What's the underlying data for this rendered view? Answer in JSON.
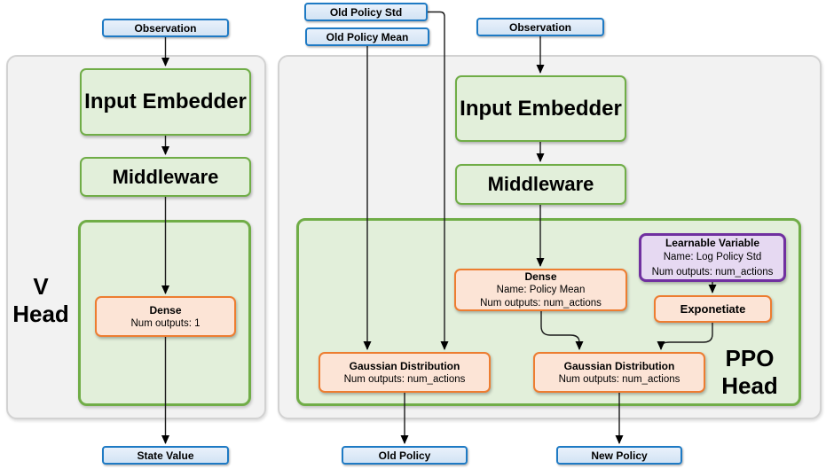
{
  "colors": {
    "panel_fill": "#f2f2f2",
    "panel_border": "#d2d2d2",
    "green_fill": "#e2efda",
    "green_border": "#70ad47",
    "blue_fill": "#d9e8f8",
    "blue_border": "#1e7ac4",
    "orange_fill": "#fce4d6",
    "orange_border": "#ed7d31",
    "purple_fill": "#e6d9f2",
    "purple_border": "#7030a0",
    "connector": "#000000"
  },
  "inputs": {
    "observation_left": "Observation",
    "old_policy_std": "Old Policy Std",
    "old_policy_mean": "Old Policy Mean",
    "observation_right": "Observation"
  },
  "outputs": {
    "state_value": "State Value",
    "old_policy": "Old Policy",
    "new_policy": "New Policy"
  },
  "v_network": {
    "head_label": {
      "line1": "V",
      "line2": "Head"
    },
    "input_embedder": "Input Embedder",
    "middleware": "Middleware",
    "dense": {
      "title": "Dense",
      "detail1": "Num outputs: 1"
    }
  },
  "ppo_network": {
    "head_label": {
      "line1": "PPO",
      "line2": "Head"
    },
    "input_embedder": "Input Embedder",
    "middleware": "Middleware",
    "dense": {
      "title": "Dense",
      "detail1": "Name: Policy Mean",
      "detail2": "Num outputs: num_actions"
    },
    "learnable_variable": {
      "title": "Learnable Variable",
      "detail1": "Name: Log Policy Std",
      "detail2": "Num outputs: num_actions"
    },
    "exponetiate": "Exponetiate",
    "gaussian_distribution_old": {
      "title": "Gaussian Distribution",
      "detail1": "Num outputs: num_actions"
    },
    "gaussian_distribution_new": {
      "title": "Gaussian Distribution",
      "detail1": "Num outputs: num_actions"
    }
  }
}
